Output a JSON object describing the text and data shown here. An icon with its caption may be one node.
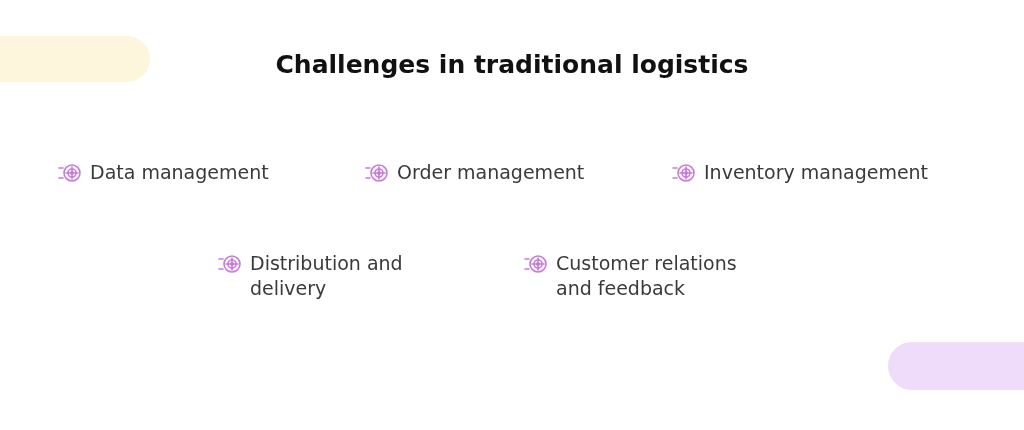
{
  "diagram": {
    "title": "Challenges in traditional logistics",
    "labels": [
      "Data management",
      "Order management",
      "Inventory management",
      "Distribution and delivery",
      "Customer relations and feedback"
    ]
  }
}
